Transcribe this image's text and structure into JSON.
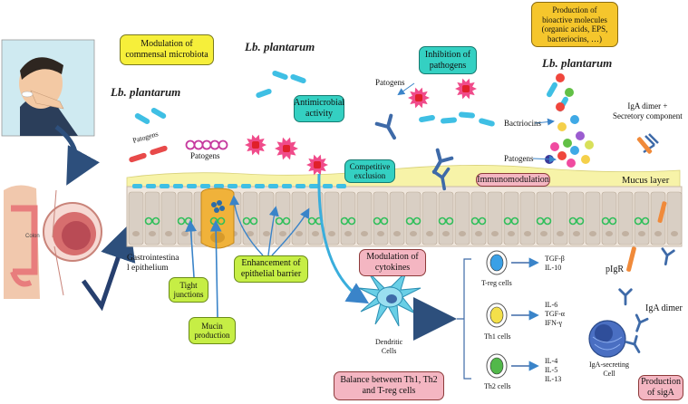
{
  "boxes": {
    "modulation_commensal": "Modulation of\ncommensal microbiota",
    "antimicrobial": "Antimicrobial\nactivity",
    "inhibition_pathogens": "Inhibition of\npathogens",
    "bioactive": "Production of\nbioactive molecules\n(organic acids, EPS,\nbacteriocins, …)",
    "competitive_exclusion": "Competitive\nexclusion",
    "immunomodulation": "Immunomodulation",
    "modulation_cytokines": "Modulation of\ncytokines",
    "enhancement_barrier": "Enhancement of\nepithelial barrier",
    "tight_junctions": "Tight\njunctions",
    "mucin_production": "Mucin\nproduction",
    "balance_th": "Balance between Th1, Th2\nand T-reg cells",
    "production_siga": "Production\nof sigA"
  },
  "labels": {
    "lb_plantarum_1": "Lb. plantarum",
    "lb_plantarum_2": "Lb. plantarum",
    "lb_plantarum_3": "Lb. plantarum",
    "patogens_rod": "Patogens",
    "patogens_chain": "Patogens",
    "patogens_star": "Patogens",
    "patogens_right": "Patogens",
    "bactriocins": "Bactriocins",
    "iga_dimer_secretory": "IgA dimer +\nSecretory component",
    "mucus_layer": "Mucus layer",
    "gi_epithelium": "Gastrointestina\nl epithelium",
    "dendritic_cells": "Dendritic\nCells",
    "pigr": "pIgR",
    "iga_dimer": "IgA dimer",
    "iga_secreting_cell": "IgA-secreting\nCell",
    "colon": "Colon"
  },
  "cells": [
    {
      "name": "T-reg cells",
      "cytokines": "TGF-β\nIL-10",
      "color": "#3aa0e6"
    },
    {
      "name": "Th1 cells",
      "cytokines": "IL-6\nTGF-α\nIFN-γ",
      "color": "#f3e04a"
    },
    {
      "name": "Th2 cells",
      "cytokines": "IL-4\nIL-5\nIL-13",
      "color": "#52b84a"
    }
  ],
  "colors": {
    "bacteria": "#3fbfe4",
    "pathogen_rod": "#e84a4a",
    "pathogen_star": "#f04b8a",
    "antibody": "#3e6aa8",
    "mucus": "#f7f3a8",
    "epithelium": "#d9cfc4",
    "junction": "#2fbf5a",
    "arrow": "#3a84c9"
  }
}
